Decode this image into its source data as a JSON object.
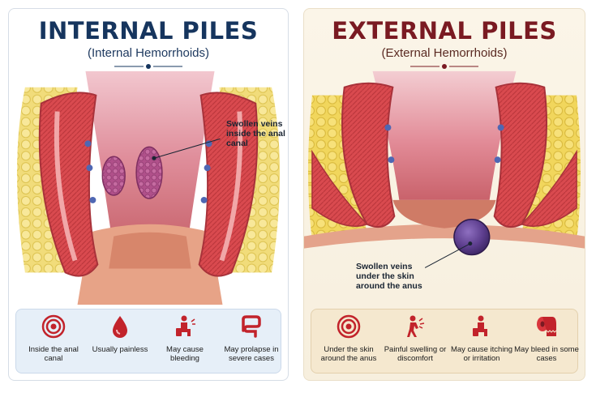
{
  "colors": {
    "internal_title": "#16355e",
    "external_title": "#7a1a22",
    "accent_red": "#c2232b"
  },
  "internal": {
    "title": "INTERNAL PILES",
    "subtitle": "(Internal Hemorrhoids)",
    "callout": "Swollen veins inside the anal canal",
    "features": [
      {
        "icon": "target-icon",
        "label": "Inside the anal canal"
      },
      {
        "icon": "blood-drop-icon",
        "label": "Usually painless"
      },
      {
        "icon": "toilet-person-icon",
        "label": "May cause bleeding"
      },
      {
        "icon": "intestine-icon",
        "label": "May prolapse in severe cases"
      }
    ]
  },
  "external": {
    "title": "EXTERNAL PILES",
    "subtitle": "(External Hemorrhoids)",
    "callout": "Swollen veins under the skin around the anus",
    "features": [
      {
        "icon": "target-icon",
        "label": "Under the skin around the anus"
      },
      {
        "icon": "pain-person-icon",
        "label": "Painful swelling or discomfort"
      },
      {
        "icon": "toilet-person-icon",
        "label": "May cause itching or irritation"
      },
      {
        "icon": "toilet-paper-icon",
        "label": "May bleed in some cases"
      }
    ]
  }
}
